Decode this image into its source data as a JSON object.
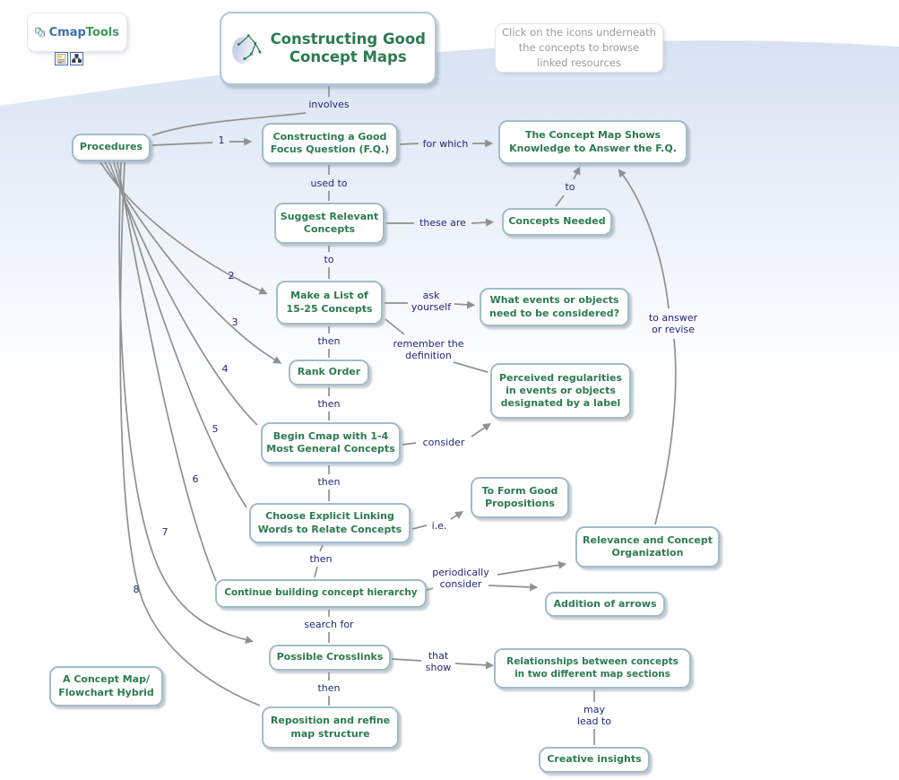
{
  "logo": {
    "cmap": "Cmap",
    "tools": "Tools"
  },
  "note": {
    "label": "Click on the icons underneath\nthe concepts to browse\nlinked resources"
  },
  "title": {
    "label": "Constructing Good\nConcept Maps"
  },
  "icons": {
    "logo_icon": "cmaptools-overlapping-squares-logo",
    "title_icon": "head-with-concept-map-graphic",
    "resource_document_icon": "document-resource-icon",
    "resource_tree_icon": "tree-diagram-resource-icon"
  },
  "colors": {
    "concept_text": "#2c7b50",
    "link_text": "#24247e",
    "box_border": "#a2bcca",
    "connector": "#8f9191",
    "background_wave": "#d8e2f2",
    "note_text": "#9c9c9c",
    "logo_blue": "#3a6fae",
    "logo_green": "#3f9b55"
  },
  "concepts": [
    {
      "id": "procedures",
      "label": "Procedures"
    },
    {
      "id": "focus-question",
      "label": "Constructing a Good\nFocus Question (F.Q.)"
    },
    {
      "id": "map-shows-knowledge",
      "label": "The Concept Map Shows\nKnowledge to Answer the F.Q."
    },
    {
      "id": "suggest-concepts",
      "label": "Suggest Relevant\nConcepts"
    },
    {
      "id": "concepts-needed",
      "label": "Concepts Needed"
    },
    {
      "id": "make-list",
      "label": "Make a List of\n15-25 Concepts"
    },
    {
      "id": "what-events",
      "label": "What events or objects\nneed to be considered?"
    },
    {
      "id": "rank-order",
      "label": "Rank Order"
    },
    {
      "id": "perceived-regularities",
      "label": "Perceived regularities\nin events or objects\ndesignated by a label"
    },
    {
      "id": "begin-cmap",
      "label": "Begin Cmap with 1-4\nMost General Concepts"
    },
    {
      "id": "form-propositions",
      "label": "To Form Good\nPropositions"
    },
    {
      "id": "choose-linking-words",
      "label": "Choose Explicit Linking\nWords to Relate Concepts"
    },
    {
      "id": "relevance-organization",
      "label": "Relevance and Concept\nOrganization"
    },
    {
      "id": "continue-hierarchy",
      "label": "Continue building concept hierarchy"
    },
    {
      "id": "addition-of-arrows",
      "label": "Addition of arrows"
    },
    {
      "id": "possible-crosslinks",
      "label": "Possible Crosslinks"
    },
    {
      "id": "relationships",
      "label": "Relationships between concepts\nin two different map sections"
    },
    {
      "id": "reposition",
      "label": "Reposition and refine\nmap structure"
    },
    {
      "id": "creative-insights",
      "label": "Creative insights"
    },
    {
      "id": "hybrid",
      "label": "A Concept Map/\nFlowchart Hybrid"
    }
  ],
  "links": [
    {
      "id": "involves",
      "label": "involves"
    },
    {
      "id": "step-1",
      "label": "1"
    },
    {
      "id": "for-which",
      "label": "for which"
    },
    {
      "id": "used-to",
      "label": "used to"
    },
    {
      "id": "to-upper",
      "label": "to"
    },
    {
      "id": "these-are",
      "label": "these are"
    },
    {
      "id": "to-mid",
      "label": "to"
    },
    {
      "id": "step-2",
      "label": "2"
    },
    {
      "id": "ask-yourself",
      "label": "ask\nyourself"
    },
    {
      "id": "step-3",
      "label": "3"
    },
    {
      "id": "then-1",
      "label": "then"
    },
    {
      "id": "remember-definition",
      "label": "remember the\ndefinition"
    },
    {
      "id": "step-4",
      "label": "4"
    },
    {
      "id": "then-2",
      "label": "then"
    },
    {
      "id": "to-answer-revise",
      "label": "to answer\nor revise"
    },
    {
      "id": "step-5",
      "label": "5"
    },
    {
      "id": "consider",
      "label": "consider"
    },
    {
      "id": "then-3",
      "label": "then"
    },
    {
      "id": "step-6",
      "label": "6"
    },
    {
      "id": "ie",
      "label": "i.e."
    },
    {
      "id": "then-4",
      "label": "then"
    },
    {
      "id": "periodically-consider",
      "label": "periodically\nconsider"
    },
    {
      "id": "step-7",
      "label": "7"
    },
    {
      "id": "search-for",
      "label": "search for"
    },
    {
      "id": "step-8",
      "label": "8"
    },
    {
      "id": "that-show",
      "label": "that\nshow"
    },
    {
      "id": "then-5",
      "label": "then"
    },
    {
      "id": "may-lead-to",
      "label": "may\nlead to"
    }
  ]
}
